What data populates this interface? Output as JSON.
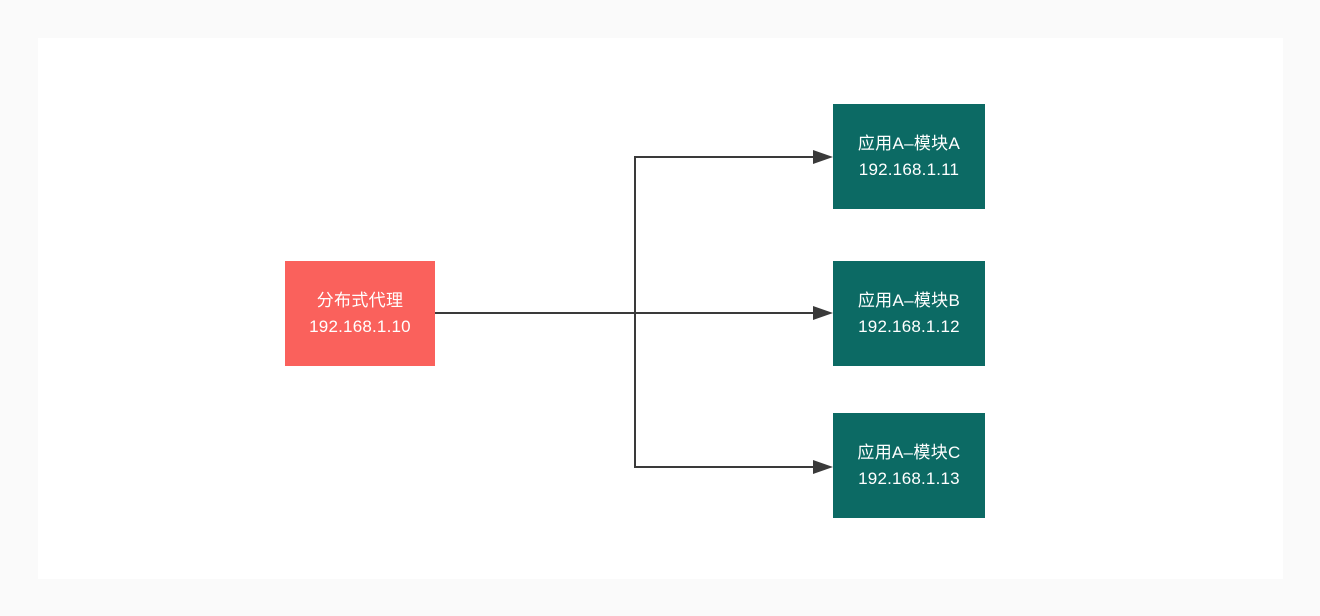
{
  "diagram": {
    "source": {
      "title": "分布式代理",
      "ip": "192.168.1.10",
      "fill_color": "#fa615c"
    },
    "targets": [
      {
        "title": "应用A–模块A",
        "ip": "192.168.1.11"
      },
      {
        "title": "应用A–模块B",
        "ip": "192.168.1.12"
      },
      {
        "title": "应用A–模块C",
        "ip": "192.168.1.13"
      }
    ],
    "target_fill_color": "#0c6a64",
    "text_color": "#ffffff",
    "line_color": "#3a3a3a",
    "canvas_color": "#ffffff",
    "background_color": "#fafafa"
  }
}
